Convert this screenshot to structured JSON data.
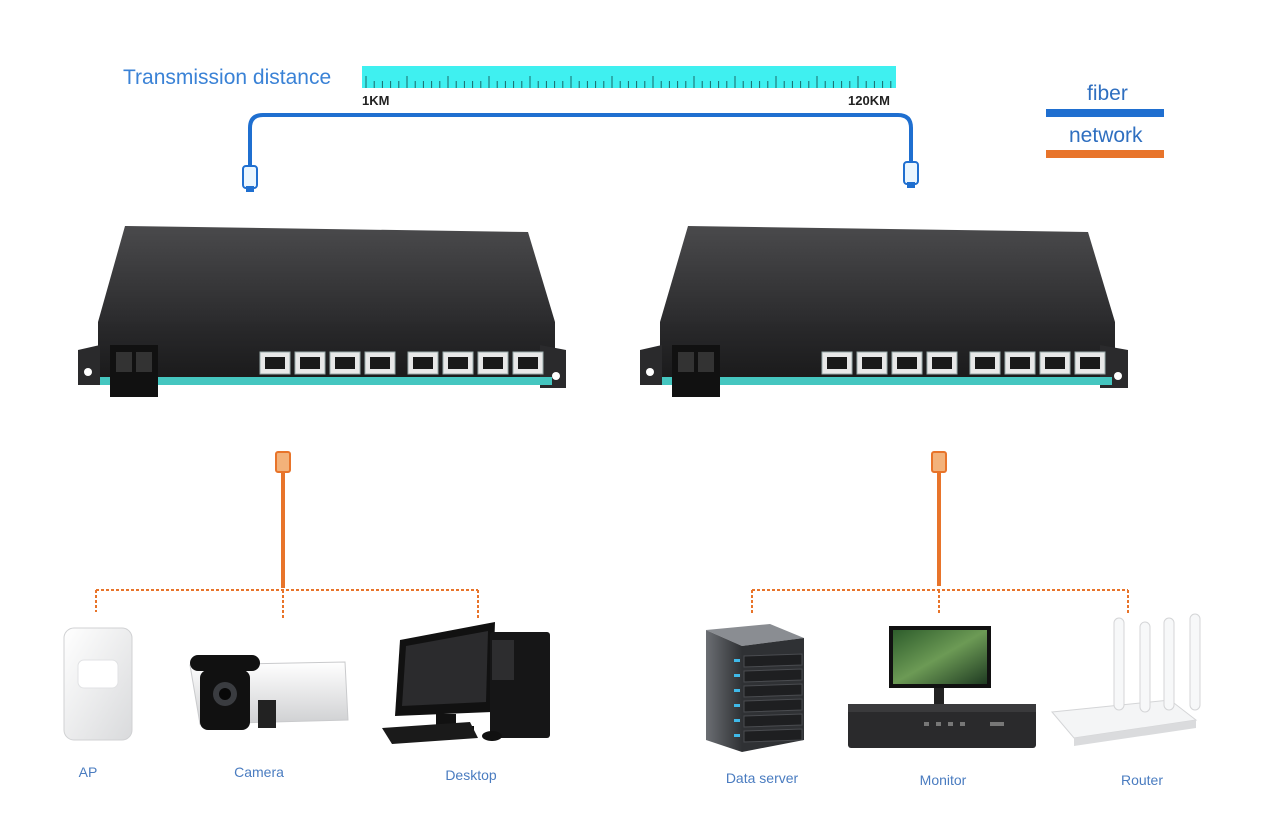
{
  "title": "Transmission distance",
  "scale": {
    "start_label": "1KM",
    "end_label": "120KM"
  },
  "legend": {
    "fiber": {
      "label": "fiber",
      "color": "#1f6fd0"
    },
    "network": {
      "label": "network",
      "color": "#e8742a"
    }
  },
  "left_devices": [
    {
      "label": "AP",
      "icon": "access-point-icon"
    },
    {
      "label": "Camera",
      "icon": "camera-icon"
    },
    {
      "label": "Desktop",
      "icon": "desktop-icon"
    }
  ],
  "right_devices": [
    {
      "label": "Data server",
      "icon": "server-icon"
    },
    {
      "label": "Monitor",
      "icon": "monitor-icon"
    },
    {
      "label": "Router",
      "icon": "router-icon"
    }
  ]
}
